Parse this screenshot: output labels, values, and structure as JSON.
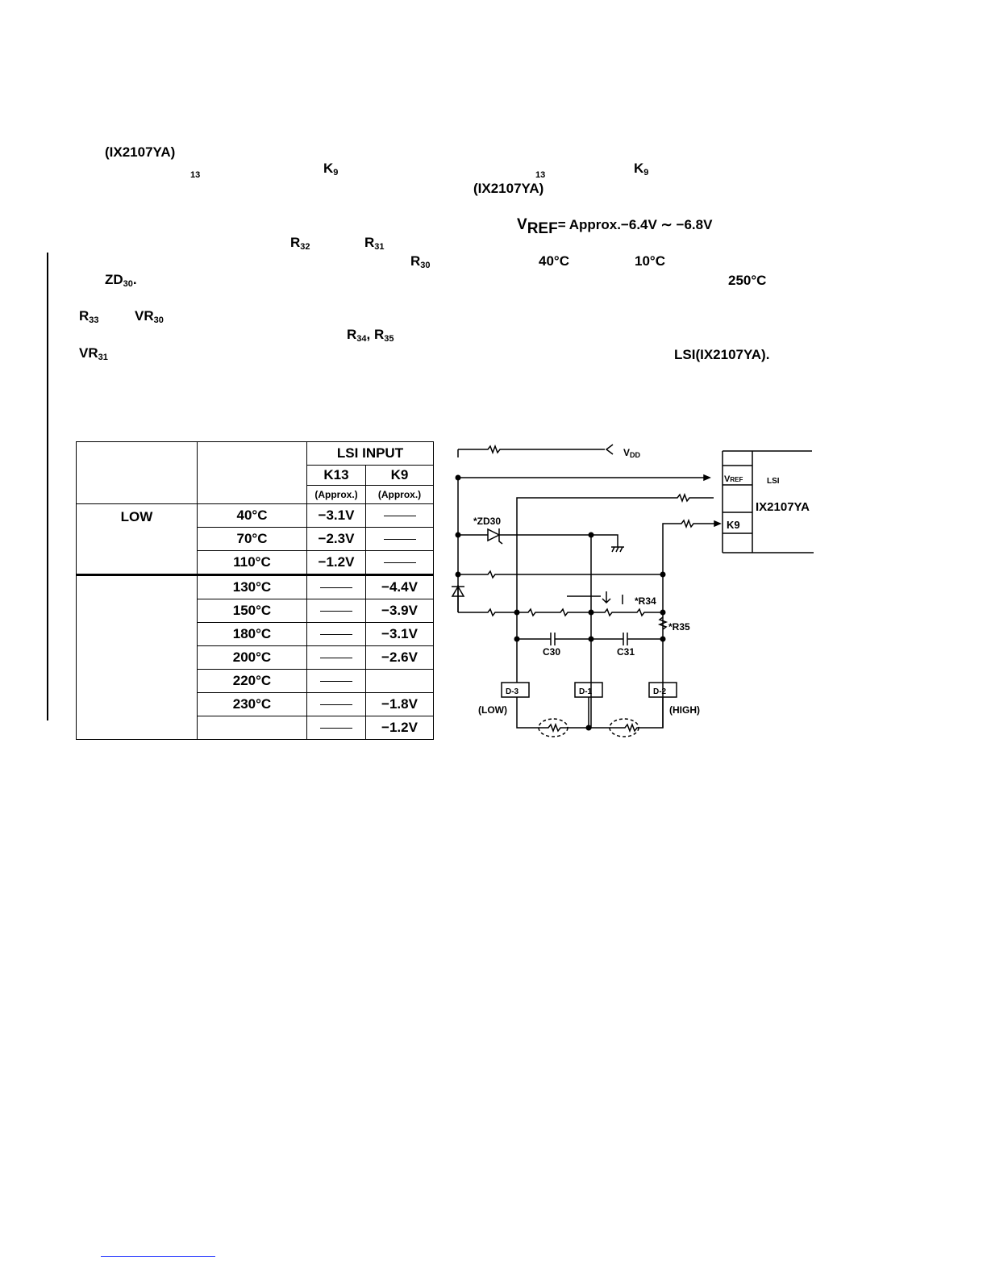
{
  "text": {
    "chip_1": "(IX2107YA)",
    "sub13_a": "13",
    "k9_a": "K",
    "k9_a_sub": "9",
    "sub13_b": "13",
    "k9_b": "K",
    "k9_b_sub": "9",
    "chip_2": "(IX2107YA)",
    "vref_v": "V",
    "vref_sub": "REF",
    "vref_rest": "= Approx.−6.4V ∼ −6.8V",
    "r32": "R",
    "r32_sub": "32",
    "r31": "R",
    "r31_sub": "31",
    "r30": "R",
    "r30_sub": "30",
    "t40": "40°C",
    "t10": "10°C",
    "zd30": "ZD",
    "zd30_sub": "30",
    "zd30_dot": ".",
    "t250": "250°C",
    "r33": "R",
    "r33_sub": "33",
    "vr30": "VR",
    "vr30_sub": "30",
    "r34": "R",
    "r34_sub": "34",
    "comma": ",",
    "r35": "R",
    "r35_sub": "35",
    "vr31": "VR",
    "vr31_sub": "31",
    "lsi_chip": "LSI(IX2107YA)."
  },
  "table": {
    "header_group": "LSI INPUT",
    "col_k13": "K13",
    "col_k9": "K9",
    "approx": "(Approx.)",
    "mode_low": "LOW",
    "rows": [
      {
        "temp": "40°C",
        "k13": "−3.1V",
        "k9": ""
      },
      {
        "temp": "70°C",
        "k13": "−2.3V",
        "k9": ""
      },
      {
        "temp": "110°C",
        "k13": "−1.2V",
        "k9": ""
      },
      {
        "temp": "130°C",
        "k13": "",
        "k9": "−4.4V"
      },
      {
        "temp": "150°C",
        "k13": "",
        "k9": "−3.9V"
      },
      {
        "temp": "180°C",
        "k13": "",
        "k9": "−3.1V"
      },
      {
        "temp": "200°C",
        "k13": "",
        "k9": "−2.6V"
      },
      {
        "temp": "220°C",
        "k13": "",
        "k9": ""
      },
      {
        "temp": "230°C",
        "k13": "",
        "k9": "−1.8V"
      },
      {
        "temp": "",
        "k13": "",
        "k9": "−1.2V"
      }
    ]
  },
  "circuit": {
    "vdd": "V",
    "vdd_sub": "DD",
    "vref_pin": "V",
    "vref_pin_sub": "REF",
    "lsi": "LSI",
    "chip": "IX2107YA",
    "k9_pin": "K9",
    "zd30": "*ZD30",
    "r34": "*R34",
    "r35": "*R35",
    "c30": "C30",
    "c31": "C31",
    "d3": "D-3",
    "d1": "D-1",
    "d2": "D-2",
    "low": "(LOW)",
    "high": "(HIGH)"
  }
}
